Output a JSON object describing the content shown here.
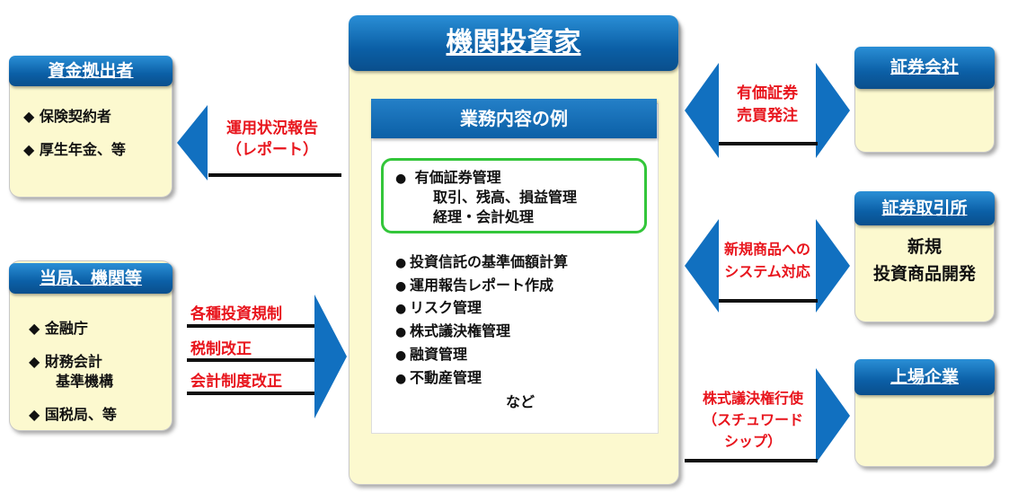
{
  "center": {
    "title": "機関投資家",
    "sub_header": "業務内容の例",
    "boxed_items": [
      {
        "label": "有価証券管理",
        "sub1": "取引、残高、損益管理",
        "sub2": "経理・会計処理"
      }
    ],
    "items": [
      "投資信託の基準価額計算",
      "運用報告レポート作成",
      "リスク管理",
      "株式議決権管理",
      "融資管理",
      "不動産管理"
    ],
    "etc": "など"
  },
  "left_top": {
    "title": "資金拠出者",
    "items": [
      "保険契約者",
      "厚生年金、等"
    ],
    "arrow_label_1": "運用状況報告",
    "arrow_label_2": "（レポート）"
  },
  "left_bottom": {
    "title": "当局、機関等",
    "items": [
      {
        "line1": "金融庁",
        "line2": ""
      },
      {
        "line1": "財務会計",
        "line2": "基準機構"
      },
      {
        "line1": "国税局、等",
        "line2": ""
      }
    ],
    "arrow_labels": [
      "各種投資規制",
      "税制改正",
      "会計制度改正"
    ]
  },
  "right_top": {
    "title": "証券会社",
    "arrow_label_1": "有価証券",
    "arrow_label_2": "売買発注"
  },
  "right_mid": {
    "title": "証券取引所",
    "body_1": "新規",
    "body_2": "投資商品開発",
    "arrow_label_1": "新規商品への",
    "arrow_label_2": "システム対応"
  },
  "right_bottom": {
    "title": "上場企業",
    "arrow_label_1": "株式議決権行使",
    "arrow_label_2": "（スチュワード",
    "arrow_label_3": "シップ）"
  },
  "colors": {
    "header_blue": "#0b5fa6",
    "box_yellow": "#fcf9cf",
    "arrow_blue": "#1170c0",
    "label_red": "#e8141c",
    "highlight_green": "#33c63a"
  }
}
